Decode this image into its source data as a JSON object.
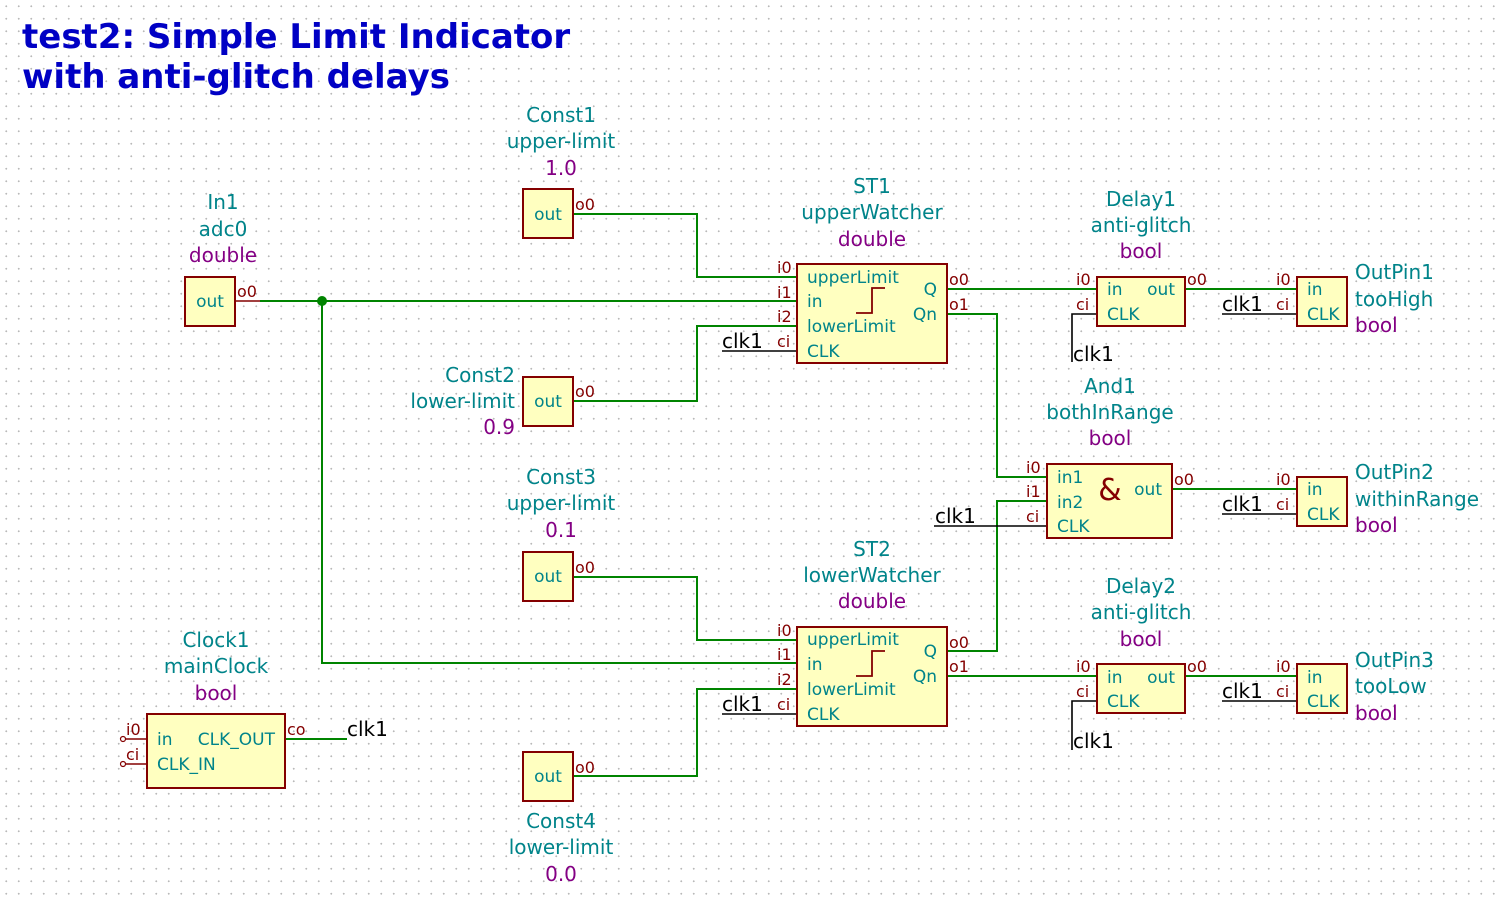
{
  "title": {
    "line1": "test2: Simple Limit Indicator",
    "line2": "with anti-glitch delays"
  },
  "in1": {
    "ref": "In1",
    "name": "adc0",
    "type": "double",
    "port": "out",
    "pin": "o0"
  },
  "const1": {
    "ref": "Const1",
    "name": "upper-limit",
    "value": "1.0",
    "port": "out",
    "pin": "o0"
  },
  "const2": {
    "ref": "Const2",
    "name": "lower-limit",
    "value": "0.9",
    "port": "out",
    "pin": "o0"
  },
  "const3": {
    "ref": "Const3",
    "name": "upper-limit",
    "value": "0.1",
    "port": "out",
    "pin": "o0"
  },
  "const4": {
    "ref": "Const4",
    "name": "lower-limit",
    "value": "0.0",
    "port": "out",
    "pin": "o0"
  },
  "st1": {
    "ref": "ST1",
    "name": "upperWatcher",
    "type": "double",
    "ports": {
      "upper": "upperLimit",
      "in": "in",
      "lower": "lowerLimit",
      "clk": "CLK",
      "q": "Q",
      "qn": "Qn"
    },
    "pins": {
      "i0": "i0",
      "i1": "i1",
      "i2": "i2",
      "ci": "ci",
      "o0": "o0",
      "o1": "o1"
    },
    "clk_net": "clk1"
  },
  "st2": {
    "ref": "ST2",
    "name": "lowerWatcher",
    "type": "double",
    "ports": {
      "upper": "upperLimit",
      "in": "in",
      "lower": "lowerLimit",
      "clk": "CLK",
      "q": "Q",
      "qn": "Qn"
    },
    "pins": {
      "i0": "i0",
      "i1": "i1",
      "i2": "i2",
      "ci": "ci",
      "o0": "o0",
      "o1": "o1"
    },
    "clk_net": "clk1"
  },
  "delay1": {
    "ref": "Delay1",
    "name": "anti-glitch",
    "type": "bool",
    "ports": {
      "in": "in",
      "out": "out",
      "clk": "CLK"
    },
    "pins": {
      "i0": "i0",
      "ci": "ci",
      "o0": "o0"
    },
    "clk_net": "clk1"
  },
  "delay2": {
    "ref": "Delay2",
    "name": "anti-glitch",
    "type": "bool",
    "ports": {
      "in": "in",
      "out": "out",
      "clk": "CLK"
    },
    "pins": {
      "i0": "i0",
      "ci": "ci",
      "o0": "o0"
    },
    "clk_net": "clk1"
  },
  "and1": {
    "ref": "And1",
    "name": "bothInRange",
    "type": "bool",
    "ports": {
      "in1": "in1",
      "in2": "in2",
      "out": "out",
      "clk": "CLK",
      "symbol": "&"
    },
    "pins": {
      "i0": "i0",
      "i1": "i1",
      "ci": "ci",
      "o0": "o0"
    },
    "clk_net": "clk1"
  },
  "outpin1": {
    "ref": "OutPin1",
    "name": "tooHigh",
    "type": "bool",
    "ports": {
      "in": "in",
      "clk": "CLK"
    },
    "pins": {
      "i0": "i0",
      "ci": "ci"
    },
    "clk_net": "clk1"
  },
  "outpin2": {
    "ref": "OutPin2",
    "name": "withinRange",
    "type": "bool",
    "ports": {
      "in": "in",
      "clk": "CLK"
    },
    "pins": {
      "i0": "i0",
      "ci": "ci"
    },
    "clk_net": "clk1"
  },
  "outpin3": {
    "ref": "OutPin3",
    "name": "tooLow",
    "type": "bool",
    "ports": {
      "in": "in",
      "clk": "CLK"
    },
    "pins": {
      "i0": "i0",
      "ci": "ci"
    },
    "clk_net": "clk1"
  },
  "clock1": {
    "ref": "Clock1",
    "name": "mainClock",
    "type": "bool",
    "ports": {
      "in": "in",
      "clk_out": "CLK_OUT",
      "clk_in": "CLK_IN"
    },
    "pins": {
      "i0": "i0",
      "ci": "ci",
      "co": "co"
    },
    "clk_net": "clk1"
  },
  "colors": {
    "wire": "#008400",
    "block_fill": "#ffffc0",
    "block_border": "#840000",
    "title": "#0000c4",
    "ref_text": "#00848a",
    "type_text": "#840084"
  }
}
